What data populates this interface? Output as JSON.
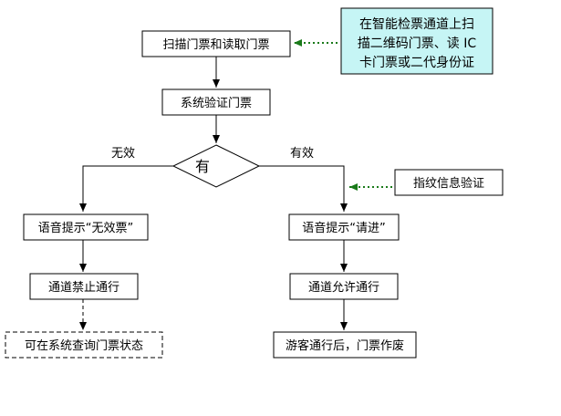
{
  "flowchart": {
    "scan_box": "扫描门票和读取门票",
    "verify_box": "系统验证门票",
    "decision": "有",
    "invalid_label": "无效",
    "valid_label": "有效",
    "voice_invalid": "语音提示“无效票”",
    "voice_valid": "语音提示“请进”",
    "channel_blocked": "通道禁止通行",
    "channel_allowed": "通道允许通行",
    "query_status": "可在系统查询门票状态",
    "ticket_void": "游客通行后，门票作废",
    "note_gate": {
      "line1": "在智能检票通道上扫",
      "line2": "描二维码门票、读 IC",
      "line3": "卡门票或二代身份证"
    },
    "fingerprint": "指纹信息验证"
  },
  "colors": {
    "line": "#000000",
    "note_fill": "#c6f5f5",
    "dotted_arrow": "#1a7a1a"
  }
}
